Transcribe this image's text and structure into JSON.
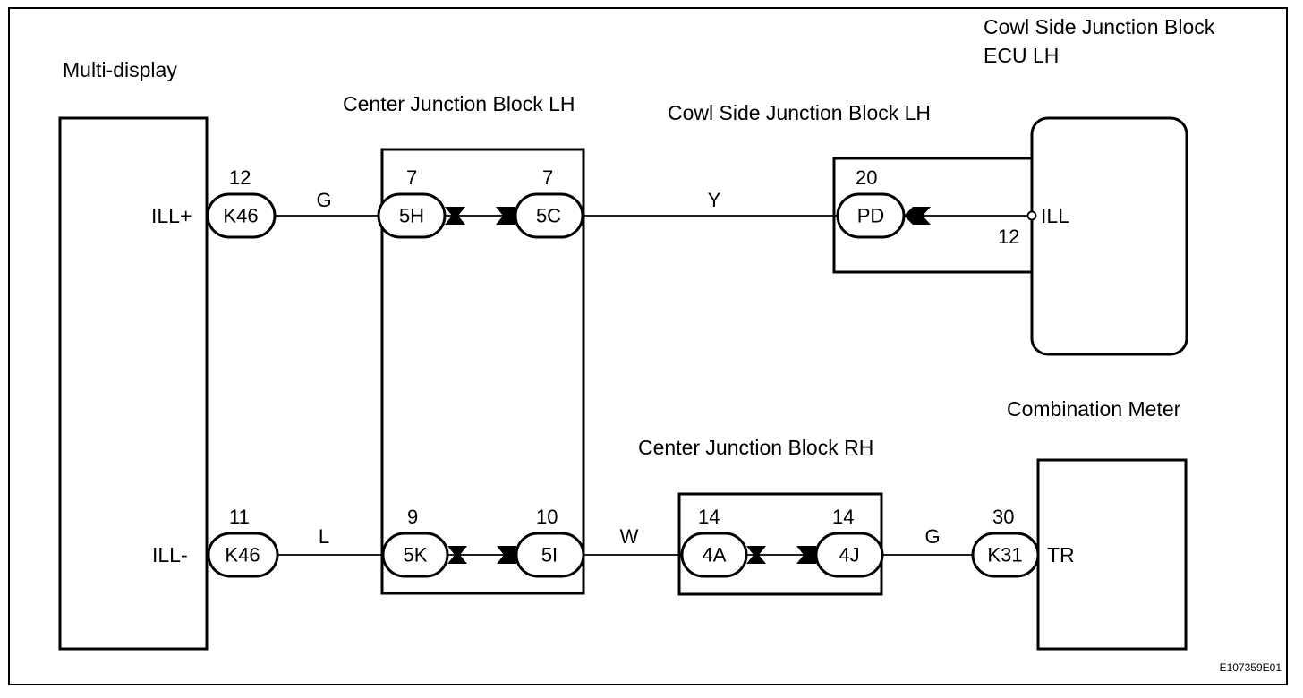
{
  "components": {
    "multi_display": "Multi-display",
    "center_jb_lh": "Center Junction Block LH",
    "cowl_jb_lh": "Cowl Side Junction Block LH",
    "cowl_jb_ecu_lh_line1": "Cowl Side Junction Block",
    "cowl_jb_ecu_lh_line2": "ECU LH",
    "combination_meter": "Combination Meter",
    "center_jb_rh": "Center Junction Block RH"
  },
  "terminals": {
    "ill_plus": "ILL+",
    "ill_minus": "ILL-",
    "ill": "ILL",
    "tr": "TR"
  },
  "connectors": {
    "k46_top": "K46",
    "k46_bottom": "K46",
    "h5": "5H",
    "c5": "5C",
    "k5": "5K",
    "i5": "5I",
    "pd": "PD",
    "a4": "4A",
    "j4": "4J",
    "k31": "K31"
  },
  "pins": {
    "k46_top": "12",
    "k46_bottom": "11",
    "h5": "7",
    "c5": "7",
    "k5": "9",
    "i5": "10",
    "pd": "20",
    "ill": "12",
    "a4": "14",
    "j4": "14",
    "k31": "30"
  },
  "wires": {
    "top_left": "G",
    "top_mid": "Y",
    "bottom_left": "L",
    "bottom_mid": "W",
    "bottom_right": "G"
  },
  "figure_code": "E107359E01"
}
